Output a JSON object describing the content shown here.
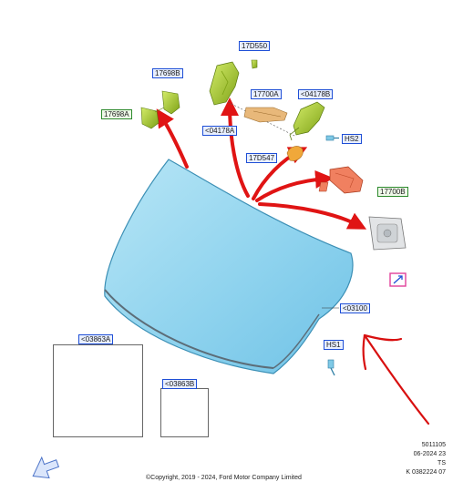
{
  "labels": {
    "l_17d550": "17D550",
    "l_17698b": "17698B",
    "l_17698a": "17698A",
    "l_17700a": "17700A",
    "l_04178b": "<04178B",
    "l_04178a": "<04178A",
    "l_hs2": "HS2",
    "l_17d547": "17D547",
    "l_17700b": "17700B",
    "l_03100": "<03100",
    "l_hs1": "HS1",
    "l_03863a": "<03863A",
    "l_03863b": "<03863B"
  },
  "meta": {
    "line1": "5011105",
    "line2": "06-2024 23",
    "line3": "TS",
    "line4": "K 0382224 07"
  },
  "footer": {
    "copyright": "©Copyright, 2019 - 2024, Ford Motor Company Limited"
  },
  "colors": {
    "glass": "#8fd3ee",
    "bracket_green": "#9fc21c",
    "arrow_red": "#e01414",
    "label_blue": "#1f4fd6",
    "label_green": "#2d8a2d",
    "cartridge": "#e69a2e"
  }
}
